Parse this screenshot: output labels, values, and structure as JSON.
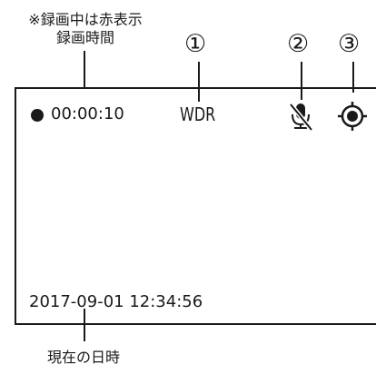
{
  "callouts": {
    "recording_note_line1": "※録画中は赤表示",
    "recording_note_line2": "録画時間",
    "marker_1": "①",
    "marker_2": "②",
    "marker_3": "③",
    "datetime_note": "現在の日時"
  },
  "screen": {
    "record_time": "00:00:10",
    "mode_label": "WDR",
    "datetime": "2017-09-01 12:34:56"
  },
  "icons": {
    "record_indicator": "record-dot-icon",
    "microphone": "microphone-muted-icon",
    "gps": "gps-target-icon"
  }
}
